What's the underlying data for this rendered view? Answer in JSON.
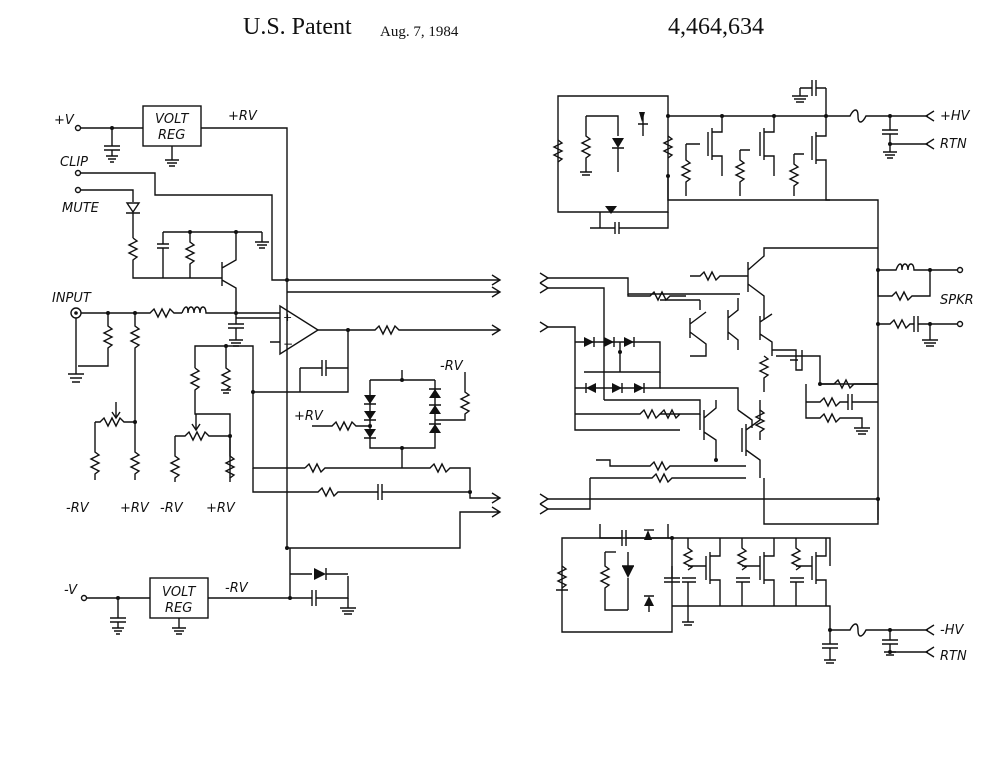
{
  "header": {
    "patent_label": "U.S. Patent",
    "date": "Aug. 7, 1984",
    "patent_number": "4,464,634"
  },
  "labels": {
    "pos_v": "+V",
    "pos_rv_top": "+RV",
    "clip": "CLIP",
    "mute": "MUTE",
    "input": "INPUT",
    "neg_rv_1": "-RV",
    "pos_rv_1": "+RV",
    "neg_rv_2": "-RV",
    "pos_rv_2": "+RV",
    "pos_rv_mid": "+RV",
    "neg_rv_mid": "-RV",
    "neg_v": "-V",
    "neg_rv_bottom": "-RV",
    "pos_hv": "+HV",
    "rtn": "RTN",
    "spkr": "SPKR",
    "neg_hv": "-HV",
    "rtn_bottom": "RTN"
  },
  "blocks": {
    "reg_top_line1": "VOLT",
    "reg_top_line2": "REG",
    "reg_bottom_line1": "VOLT",
    "reg_bottom_line2": "REG"
  }
}
